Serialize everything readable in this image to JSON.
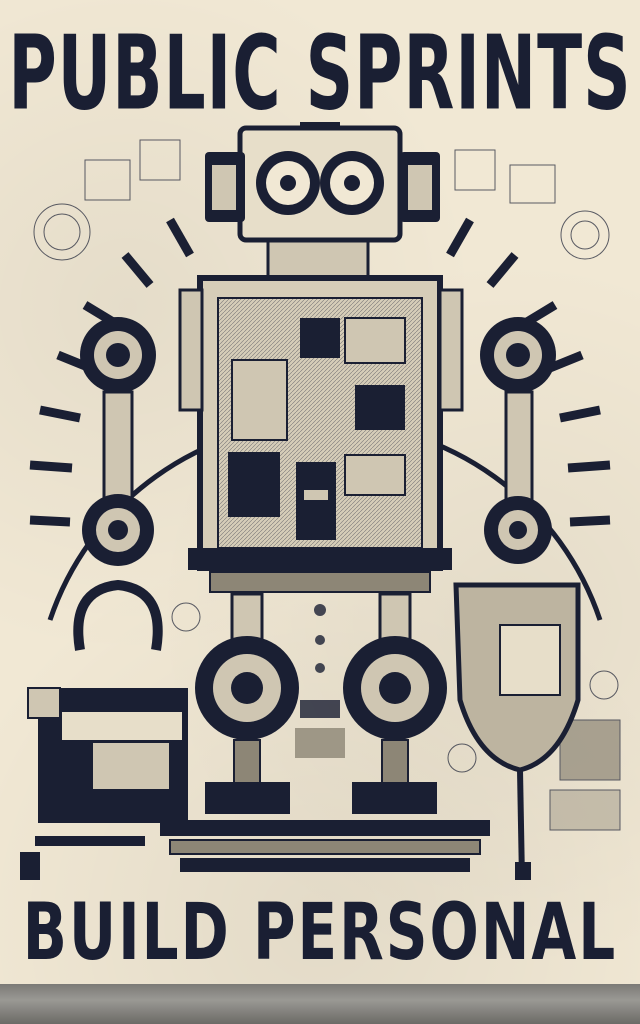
{
  "poster": {
    "top_title": "PUBLIC SPRINTS",
    "bottom_title": "BUILD PERSONAL"
  },
  "colors": {
    "ink": "#1a1f33",
    "paper": "#f1e8d4",
    "metal": "#cfc6b2",
    "shade": "#8d8676"
  },
  "icons": [
    "robot-illustration",
    "gauge-arc",
    "left-arm-claw",
    "right-arm-canister",
    "left-wheel",
    "right-wheel",
    "control-box"
  ]
}
